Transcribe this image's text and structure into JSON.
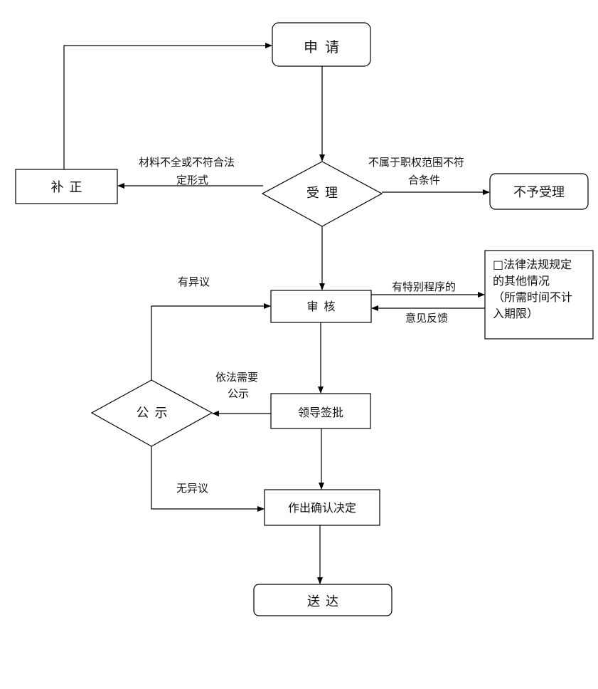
{
  "nodes": {
    "apply": "申请",
    "correct": "补正",
    "accept": "受理",
    "reject": "不予受理",
    "review": "审核",
    "special": {
      "line1": "□法律法规规定",
      "line2": "的其他情况",
      "line3": "（所需时间不计",
      "line4": "入期限）"
    },
    "publicize": "公示",
    "approve": "领导签批",
    "decision": "作出确认决定",
    "deliver": "送达"
  },
  "edges": {
    "incomplete": {
      "line1": "材料不全或不符合法",
      "line2": "定形式"
    },
    "out_of_scope": {
      "line1": "不属于职权范围不符",
      "line2": "合条件"
    },
    "special_procedure": "有特别程序的",
    "feedback": "意见反馈",
    "objection": "有异议",
    "need_publicize": {
      "line1": "依法需要",
      "line2": "公示"
    },
    "no_objection": "无异议"
  }
}
